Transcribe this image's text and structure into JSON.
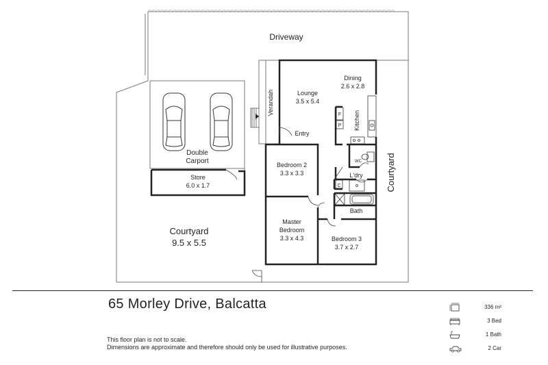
{
  "plan": {
    "labels": {
      "driveway": "Driveway",
      "carport_l1": "Double",
      "carport_l2": "Carport",
      "store_name": "Store",
      "store_dim": "6.0 x 1.7",
      "courtyard_left_name": "Courtyard",
      "courtyard_left_dim": "9.5 x 5.5",
      "verandah": "Verandah",
      "lounge_name": "Lounge",
      "lounge_dim": "3.5 x 5.4",
      "entry": "Entry",
      "dining_name": "Dining",
      "dining_dim": "2.6 x 2.8",
      "kitchen": "Kitchen",
      "fridge": "F",
      "pantry": "P",
      "bedroom2_name": "Bedroom 2",
      "bedroom2_dim": "3.3 x 3.3",
      "wc": "WC",
      "laundry": "L'dry",
      "cupboard": "C",
      "bath": "Bath",
      "master_l1": "Master",
      "master_l2": "Bedroom",
      "master_dim": "3.3 x 4.3",
      "bedroom3_name": "Bedroom 3",
      "bedroom3_dim": "3.7 x 2.7",
      "courtyard_right": "Courtyard"
    }
  },
  "footer": {
    "address": "65 Morley Drive, Balcatta",
    "disclaimer_line1": "This floor plan is not to scale.",
    "disclaimer_line2": "Dimensions are approximate and therefore should only be used for illustrative purposes."
  },
  "specs": {
    "area": "336 m²",
    "beds": "3 Bed",
    "baths": "1 Bath",
    "cars": "2 Car"
  },
  "icons": {
    "area": "floor-area-icon",
    "bed": "bed-icon",
    "bath": "bathtub-icon",
    "car": "car-icon"
  }
}
